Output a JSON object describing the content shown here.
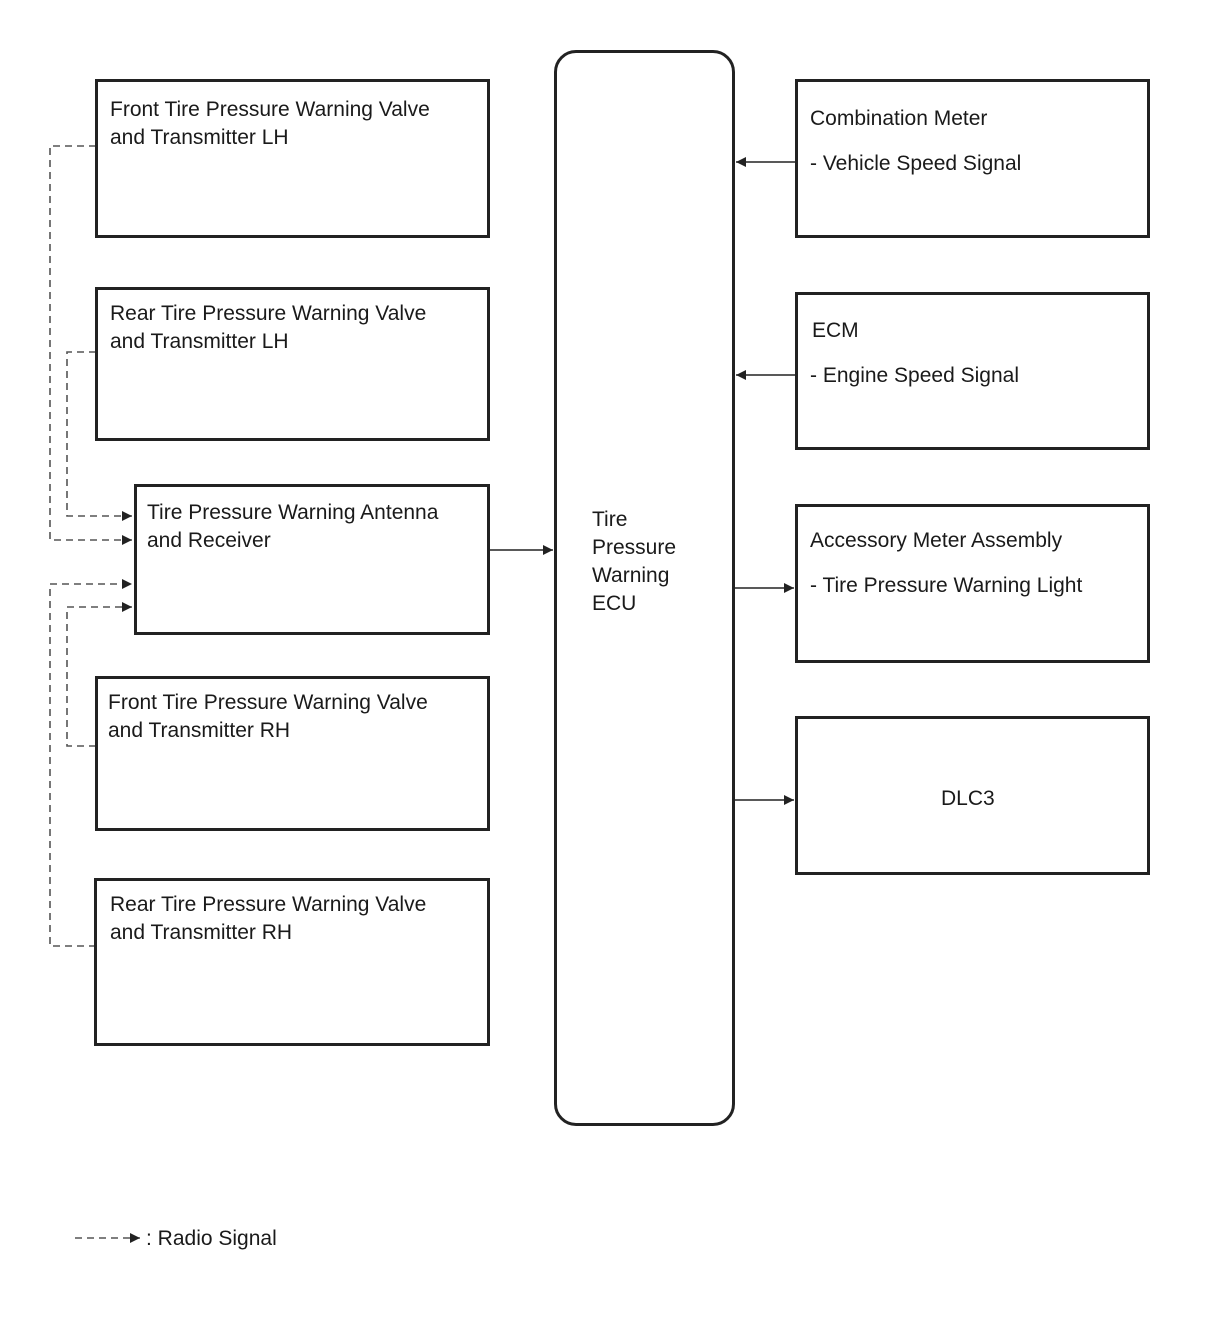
{
  "left_boxes": {
    "front_lh": "Front Tire Pressure Warning Valve\nand Transmitter LH",
    "rear_lh": "Rear Tire Pressure Warning Valve\nand Transmitter LH",
    "receiver": "Tire Pressure Warning Antenna\nand Receiver",
    "front_rh": "Front Tire Pressure Warning Valve\nand Transmitter RH",
    "rear_rh": "Rear Tire Pressure Warning Valve\nand Transmitter RH"
  },
  "ecu": {
    "label": "Tire\nPressure\nWarning\nECU"
  },
  "right_boxes": {
    "combination_meter": {
      "title": "Combination Meter",
      "signal": "- Vehicle Speed Signal"
    },
    "ecm": {
      "title": "ECM",
      "signal": "- Engine Speed Signal"
    },
    "accessory_meter": {
      "title": "Accessory Meter Assembly",
      "signal": "- Tire Pressure Warning Light"
    },
    "dlc3": {
      "title": "DLC3"
    }
  },
  "legend": {
    "label": ": Radio Signal"
  },
  "colors": {
    "line": "#222222",
    "dashed": "#555555"
  }
}
